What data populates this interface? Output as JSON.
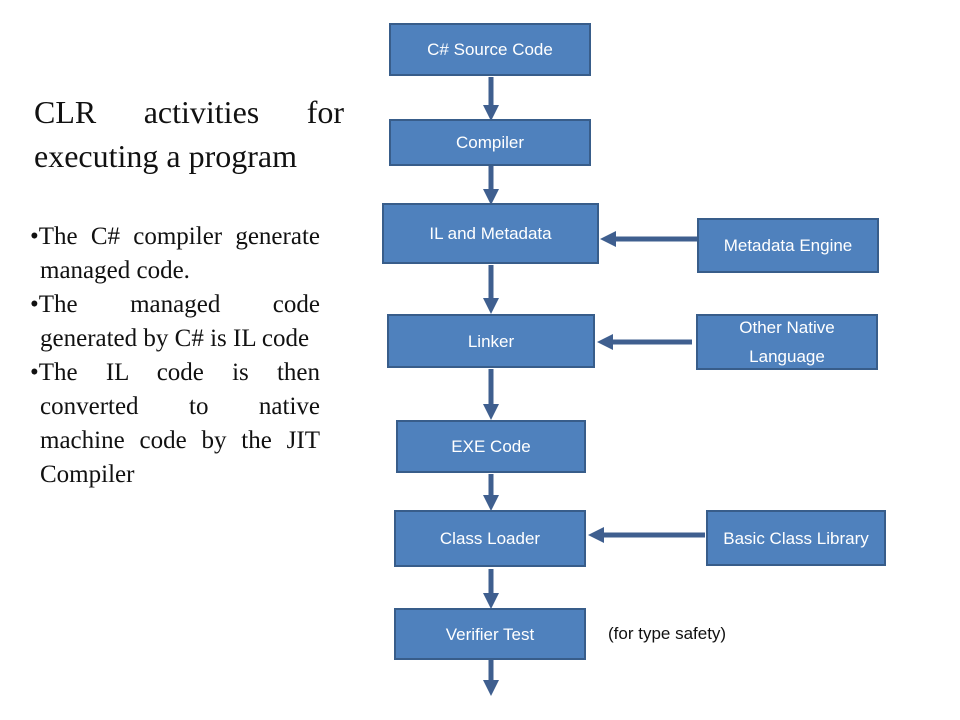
{
  "title": {
    "line1": "CLR activities for",
    "line2": "executing a program"
  },
  "bullets": [
    "The C# compiler generate managed code.",
    "The managed code generated by C# is IL code",
    "The IL code is then converted to native machine code by the JIT Compiler"
  ],
  "flow": {
    "steps": {
      "source": "C# Source Code",
      "compiler": "Compiler",
      "il": "IL and Metadata",
      "linker": "Linker",
      "exe": "EXE Code",
      "loader": "Class Loader",
      "verifier": "Verifier Test"
    },
    "inputs": {
      "metadata_engine": "Metadata Engine",
      "native_language": "Other Native Language",
      "class_library": "Basic Class Library"
    },
    "note": "(for type safety)"
  },
  "colors": {
    "box_fill": "#4f81bd",
    "box_border": "#385d8a",
    "arrow": "#3f5f8f"
  }
}
